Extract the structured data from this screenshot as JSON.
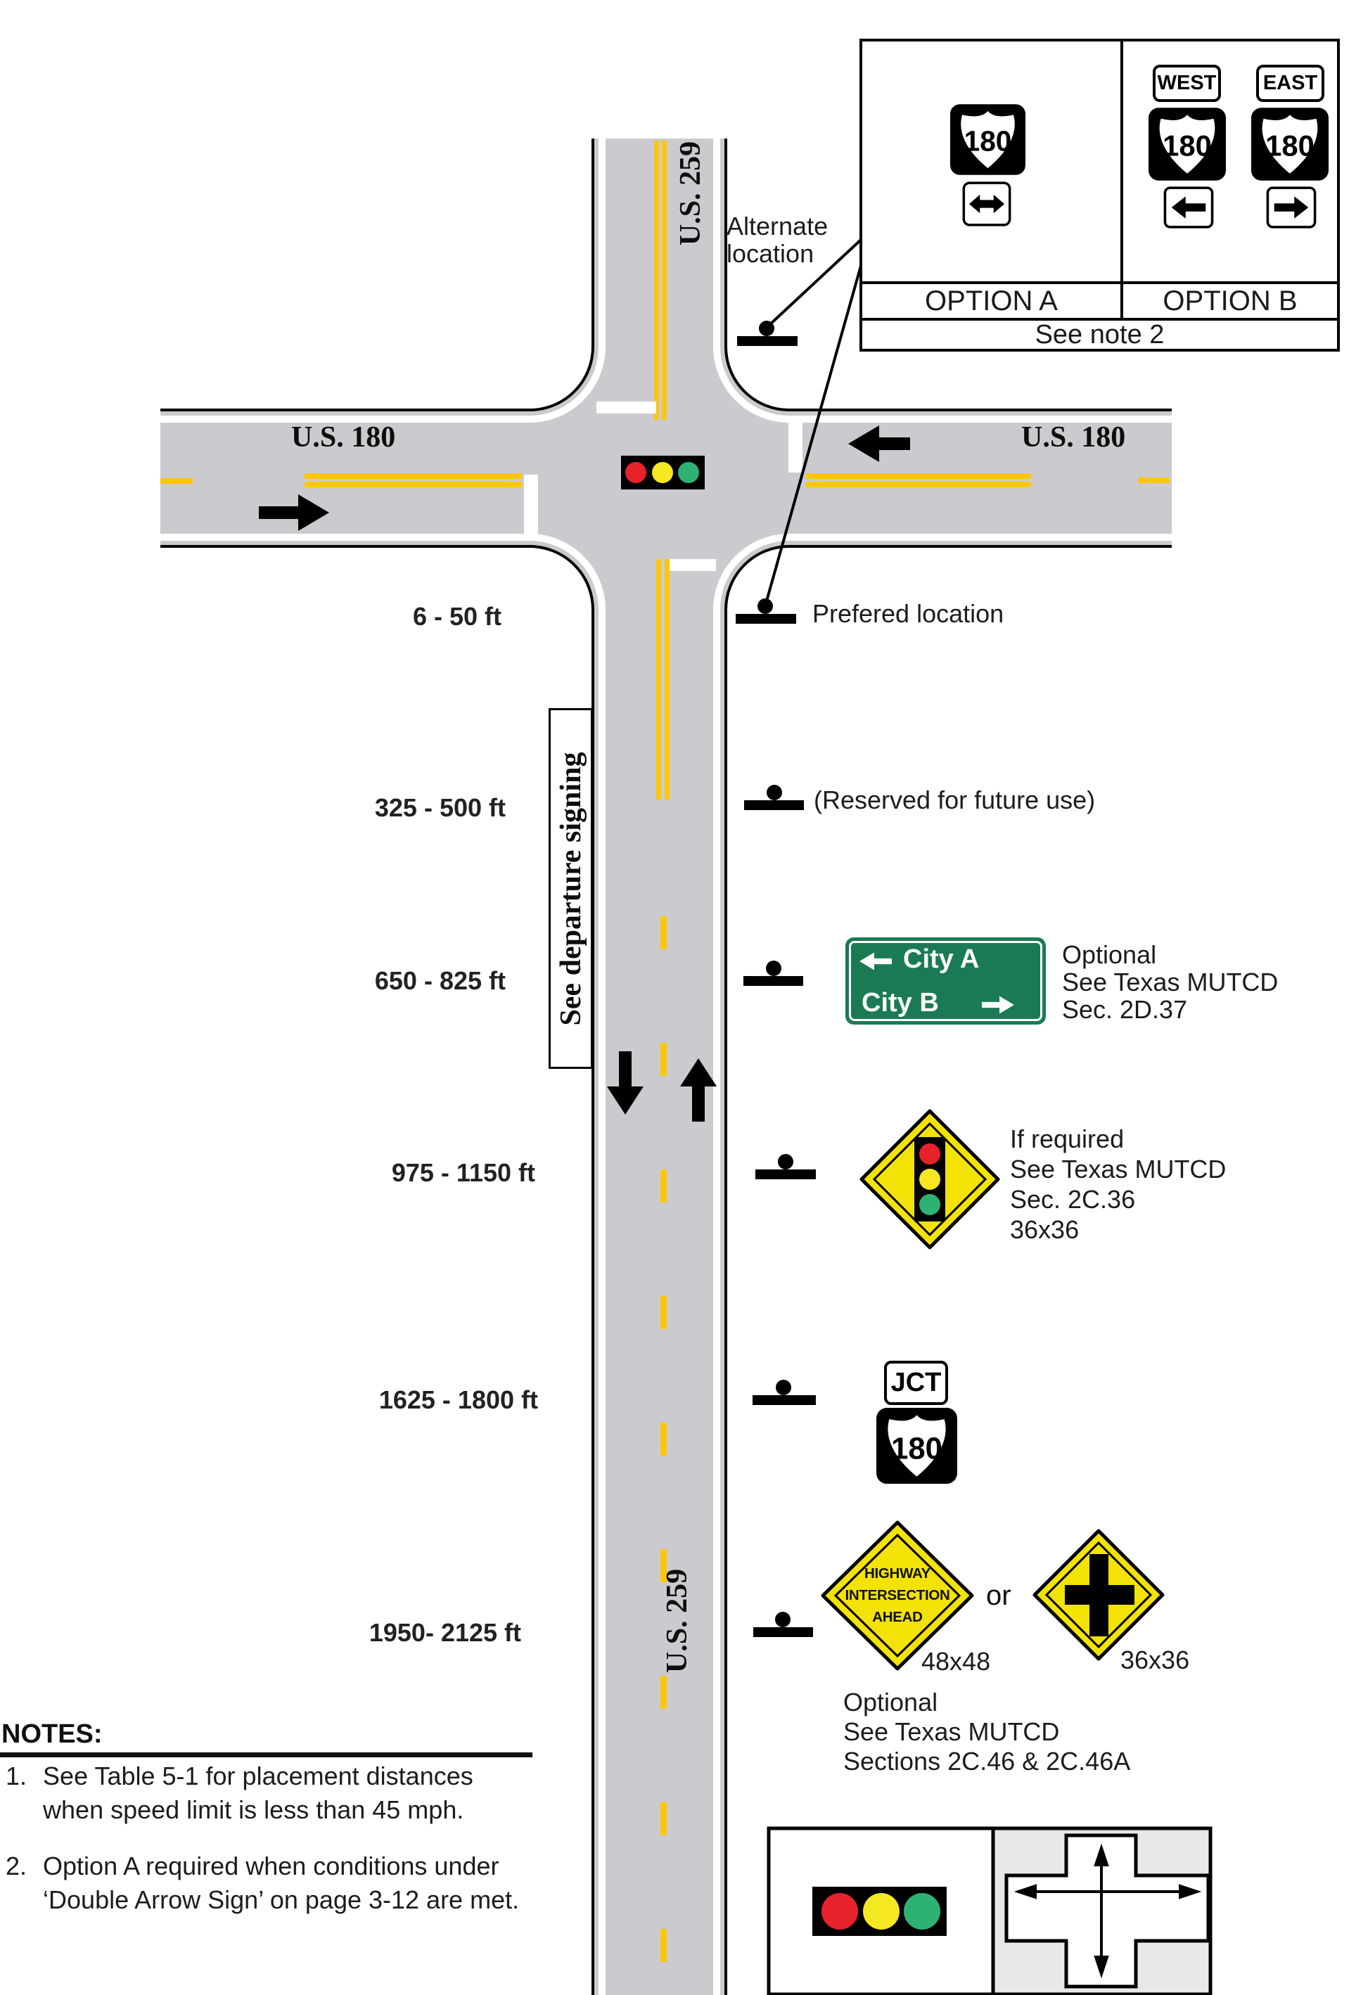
{
  "colors": {
    "road": "#cbcbcf",
    "yellow": "#fdc708",
    "dyellow": "#f2e205",
    "green": "#1a7a54",
    "red": "#e8222a",
    "amber": "#f5e722",
    "sgreen": "#2eb273",
    "cellgray": "#e8e8ea"
  },
  "roads": {
    "us180_left": "U.S. 180",
    "us180_right": "U.S. 180",
    "us259_top": "U.S. 259",
    "us259_bottom": "U.S. 259",
    "departure_note": "See departure signing"
  },
  "legend": {
    "option_a": {
      "shield": "180",
      "label": "OPTION A"
    },
    "option_b": {
      "west": "WEST",
      "east": "EAST",
      "shield_west": "180",
      "shield_east": "180",
      "label": "OPTION B"
    },
    "footnote": "See note 2"
  },
  "callouts": {
    "alternate": "Alternate\nlocation",
    "preferred": "Prefered location",
    "reserved": "(Reserved for future use)",
    "guide_note": "Optional\nSee Texas MUTCD\nSec. 2D.37",
    "signal_note": "If required\nSee Texas MUTCD\nSec. 2C.36\n36x36",
    "warning_note": "Optional\nSee Texas MUTCD\nSections 2C.46 & 2C.46A",
    "or": "or",
    "size_large": "48x48",
    "size_small": "36x36"
  },
  "signs": {
    "guide": {
      "city_a": "City A",
      "city_b": "City B"
    },
    "jct": {
      "plaque": "JCT",
      "shield": "180"
    },
    "warning_lines": "HIGHWAY\nINTERSECTION\nAHEAD"
  },
  "distances": [
    "6 - 50 ft",
    "325 - 500 ft",
    "650 - 825 ft",
    "975 - 1150 ft",
    "1625 - 1800 ft",
    "1950-  2125 ft"
  ],
  "notes": {
    "title": "NOTES:",
    "items": [
      {
        "num": "1.",
        "text": "See Table 5-1 for placement distances\nwhen speed limit is less than 45 mph."
      },
      {
        "num": "2.",
        "text": "Option A required when conditions under\n‘Double Arrow Sign’ on page 3-12 are met."
      }
    ]
  }
}
